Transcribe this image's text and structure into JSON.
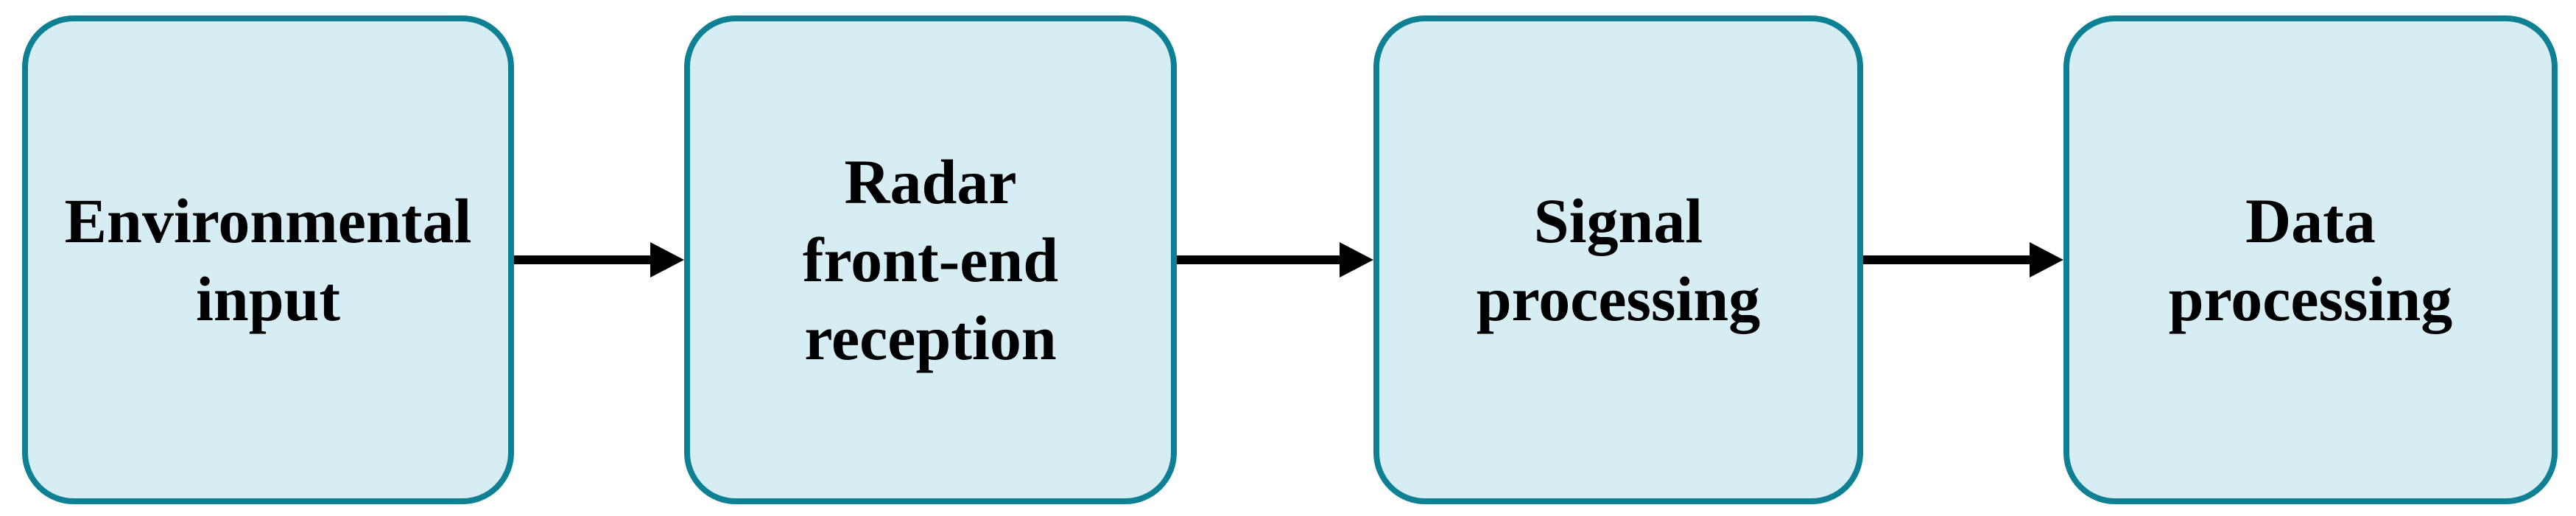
{
  "diagram": {
    "type": "flowchart",
    "direction": "left-to-right",
    "colors": {
      "background": "#ffffff",
      "box-fill": "#d6edf4",
      "box-border": "#0d8094",
      "arrow": "#000000",
      "text": "#000000"
    },
    "boxes": [
      {
        "id": "environmental-input",
        "label": "Environmental input",
        "lines": [
          "Environmental",
          "input"
        ]
      },
      {
        "id": "radar-front-end-reception",
        "label": "Radar front-end reception",
        "lines": [
          "Radar",
          "front-end",
          "reception"
        ]
      },
      {
        "id": "signal-processing",
        "label": "Signal processing",
        "lines": [
          "Signal",
          "processing"
        ]
      },
      {
        "id": "data-processing",
        "label": "Data processing",
        "lines": [
          "Data",
          "processing"
        ]
      }
    ],
    "arrows": [
      {
        "from": "environmental-input",
        "to": "radar-front-end-reception"
      },
      {
        "from": "radar-front-end-reception",
        "to": "signal-processing"
      },
      {
        "from": "signal-processing",
        "to": "data-processing"
      }
    ]
  }
}
